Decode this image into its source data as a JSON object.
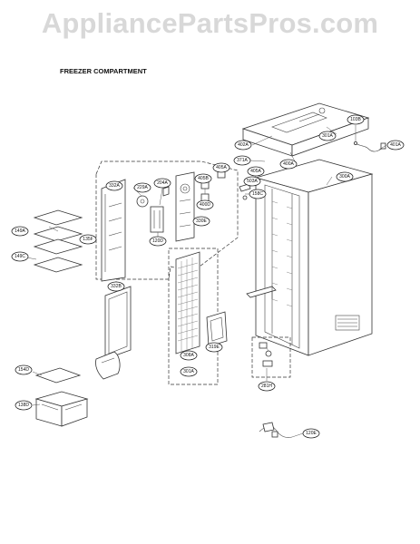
{
  "watermark": "AppliancePartsPros.com",
  "section_title": "FREEZER COMPARTMENT",
  "callouts": {
    "c103B": "103B",
    "c401A_top": "401A",
    "c402A": "402A",
    "c301A_top": "301A",
    "c371A": "371A",
    "c405A_top": "405A",
    "c400A": "400A",
    "c503A": "503A",
    "c300A": "300A",
    "c158C": "158C",
    "c332A": "332A",
    "c229A": "229A",
    "c204A": "204A",
    "c405B": "405B",
    "c405A_mid": "405A",
    "c400D": "400D",
    "c330E": "330E",
    "c120D": "120D",
    "c149A": "149A",
    "c135F": "135F",
    "c149C": "149C",
    "c332B": "332B",
    "c308A": "308A",
    "c301A_bot": "301A",
    "c319E": "319E",
    "c281H": "281H",
    "c154D": "154D",
    "c138D": "138D",
    "c120E": "120E"
  }
}
